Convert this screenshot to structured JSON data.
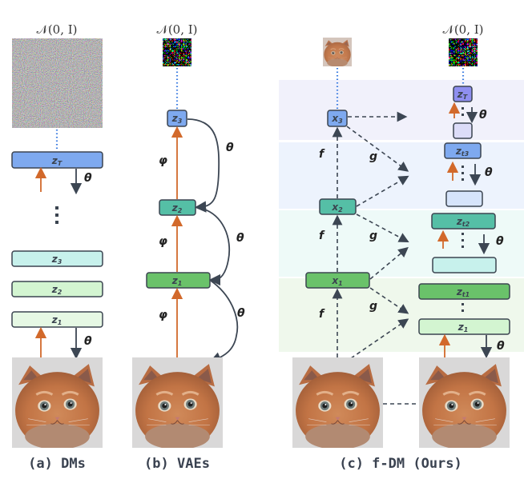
{
  "figure": {
    "colors": {
      "orange_arrow": "#d2692b",
      "dark_arrow": "#3c4653",
      "dotted_blue": "#3a7be0",
      "box_stroke": "#3b4450",
      "blue_box": "#7ea9ef",
      "purple_box": "#8f8ff0",
      "teal_box": "#55bfa6",
      "green_box": "#6ac26a",
      "light_cyan_box": "#c7f1ec",
      "light_green_box": "#d3f5d1",
      "pale_green_box": "#e6f8e4",
      "pale_lavender_box": "#dcdcf8",
      "pale_blue_box": "#d6e4fb",
      "band_lavender": "#f1f1fb",
      "band_blue": "#edf3fd",
      "band_cyan": "#eefaf8",
      "band_green": "#eff8ec"
    },
    "noise_label": "𝒩(0, I)",
    "panel_a": {
      "caption": "(a) DMs",
      "boxes": [
        {
          "label": "zT",
          "main": "z",
          "sub": "T"
        },
        {
          "label": "z3",
          "main": "z",
          "sub": "3"
        },
        {
          "label": "z2",
          "main": "z",
          "sub": "2"
        },
        {
          "label": "z1",
          "main": "z",
          "sub": "1"
        }
      ],
      "theta": "θ",
      "ellipsis": "⋮"
    },
    "panel_b": {
      "caption": "(b) VAEs",
      "boxes": [
        {
          "label": "z3",
          "main": "z",
          "sub": "3"
        },
        {
          "label": "z2",
          "main": "z",
          "sub": "2"
        },
        {
          "label": "z1",
          "main": "z",
          "sub": "1"
        }
      ],
      "phi": "φ",
      "theta": "θ"
    },
    "panel_c": {
      "caption": "(c) f-DM (Ours)",
      "left_boxes": [
        {
          "label": "x3",
          "main": "x",
          "sub": "3"
        },
        {
          "label": "x2",
          "main": "x",
          "sub": "2"
        },
        {
          "label": "x1",
          "main": "x",
          "sub": "1"
        }
      ],
      "right_boxes": [
        {
          "label": "zT",
          "main": "z",
          "sub": "T"
        },
        {
          "label": "zt3",
          "main": "z",
          "sub": "t3"
        },
        {
          "label": "zt2",
          "main": "z",
          "sub": "t2"
        },
        {
          "label": "zt1",
          "main": "z",
          "sub": "t1"
        },
        {
          "label": "z1",
          "main": "z",
          "sub": "1"
        }
      ],
      "f": "f",
      "g": "g",
      "theta": "θ"
    }
  }
}
